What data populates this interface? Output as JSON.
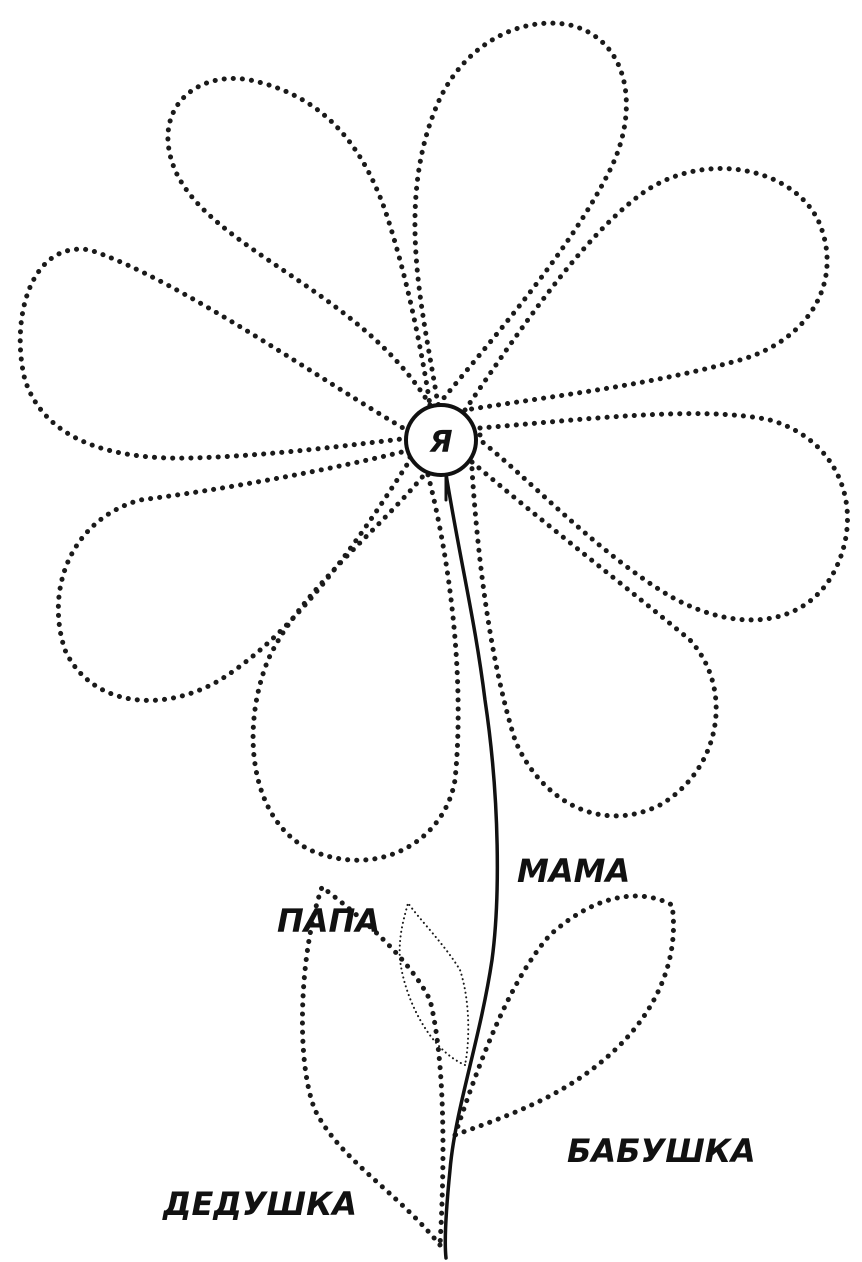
{
  "center": {
    "label": "Я"
  },
  "labels": {
    "mama": "МАМА",
    "papa": "ПАПА",
    "babushka": "БАБУШКА",
    "dedushka": "ДЕДУШКА"
  },
  "colors": {
    "ink": "#111111",
    "background": "#ffffff"
  }
}
